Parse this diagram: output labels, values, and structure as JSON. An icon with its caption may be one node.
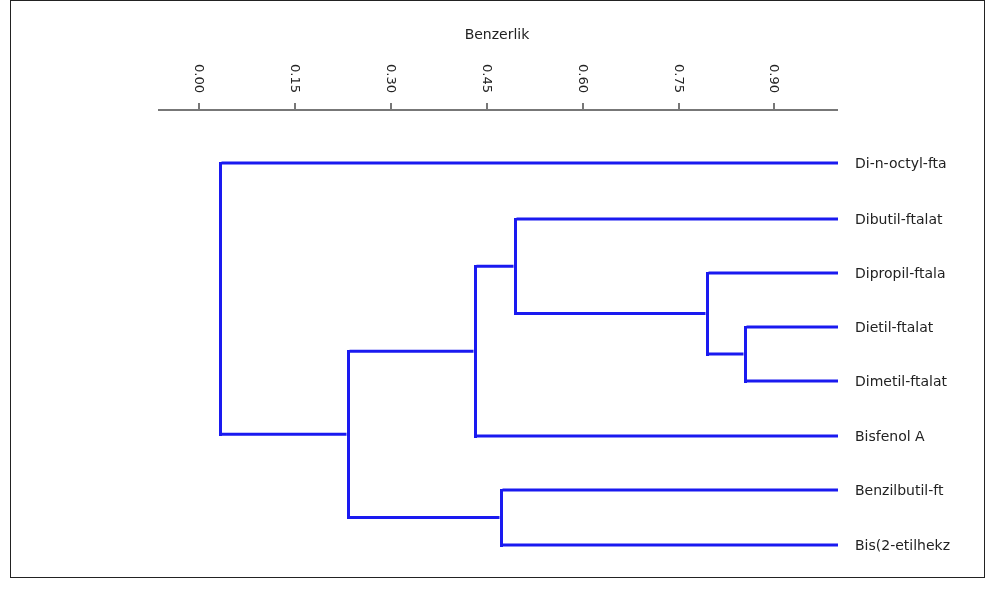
{
  "diagram": {
    "nodes": [
      {
        "text": [
          "Di-n-octyl-fta"
        ]
      },
      {
        "text": [
          "Dibutil-ftalat"
        ]
      },
      {
        "text": [
          "Dipropil-ftala"
        ]
      },
      {
        "text": [
          "Dietil-ftalat"
        ]
      },
      {
        "text": [
          "Dimetil-ftalat"
        ]
      },
      {
        "text": [
          "Bisfenol A"
        ]
      },
      {
        "text": [
          "Benzilbutil-ft"
        ]
      },
      {
        "text": [
          "Bis(2-etilhekz"
        ]
      },
      {
        "text": [],
        "shape": "bar"
      },
      {
        "text": [],
        "shape": "bar"
      },
      {
        "text": [],
        "shape": "bar"
      },
      {
        "text": [],
        "shape": "bar"
      },
      {
        "text": [],
        "shape": "bar"
      },
      {
        "text": [],
        "shape": "bar"
      },
      {
        "text": [],
        "shape": "bar"
      }
    ],
    "edges": [
      {
        "from": 8,
        "to": 3,
        "arrow": "none"
      },
      {
        "from": 8,
        "to": 4,
        "arrow": "none"
      },
      {
        "from": 9,
        "to": 2,
        "arrow": "none"
      },
      {
        "from": 9,
        "to": 8,
        "arrow": "none"
      },
      {
        "from": 10,
        "to": 1,
        "arrow": "none"
      },
      {
        "from": 10,
        "to": 9,
        "arrow": "none"
      },
      {
        "from": 11,
        "to": 10,
        "arrow": "none"
      },
      {
        "from": 11,
        "to": 5,
        "arrow": "none"
      },
      {
        "from": 12,
        "to": 6,
        "arrow": "none"
      },
      {
        "from": 12,
        "to": 7,
        "arrow": "none"
      },
      {
        "from": 13,
        "to": 11,
        "arrow": "none"
      },
      {
        "from": 13,
        "to": 12,
        "arrow": "none"
      },
      {
        "from": 14,
        "to": 0,
        "arrow": "none"
      },
      {
        "from": 14,
        "to": 13,
        "arrow": "none"
      }
    ],
    "labels": [
      "Benzerlik",
      "0.00",
      "0.15",
      "0.30",
      "0.45",
      "0.60",
      "0.75",
      "0.90"
    ]
  }
}
